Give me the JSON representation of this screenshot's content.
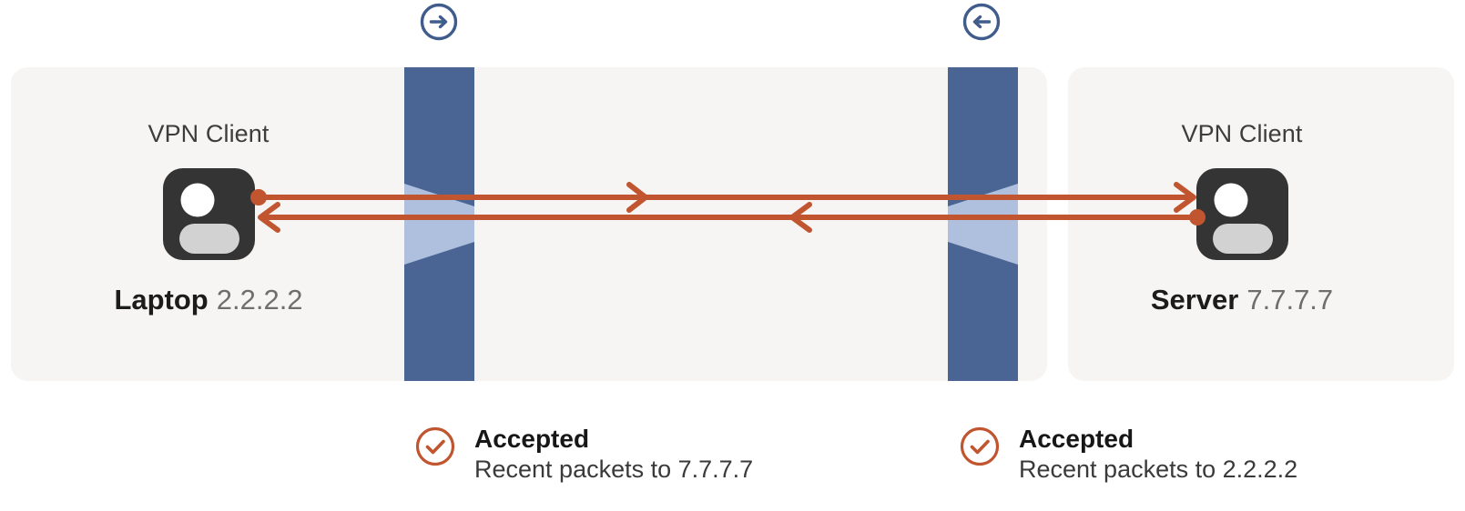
{
  "theme": {
    "panel_bg": "#f6f5f3",
    "firewall_dark": "#4a6593",
    "firewall_light": "#aec0de",
    "traffic_orange": "#c0552f",
    "badge_blue": "#3f5c8c",
    "device_dark": "#343434",
    "device_gray": "#d2d2d2"
  },
  "direction_badges": [
    {
      "name": "outbound",
      "icon": "arrow-right-circle-icon"
    },
    {
      "name": "inbound",
      "icon": "arrow-left-circle-icon"
    }
  ],
  "endpoints": [
    {
      "client_label": "VPN Client",
      "icon": "device-avatar-icon",
      "host_name": "Laptop",
      "host_ip": "2.2.2.2"
    },
    {
      "client_label": "VPN Client",
      "icon": "device-avatar-icon",
      "host_name": "Server",
      "host_ip": "7.7.7.7"
    }
  ],
  "traffic": {
    "outbound": {
      "name": "outbound-packet-flow",
      "direction": "right"
    },
    "inbound": {
      "name": "inbound-packet-flow",
      "direction": "left"
    }
  },
  "statuses": [
    {
      "icon": "check-circle-icon",
      "title": "Accepted",
      "subtitle": "Recent packets to 7.7.7.7"
    },
    {
      "icon": "check-circle-icon",
      "title": "Accepted",
      "subtitle": "Recent packets to 2.2.2.2"
    }
  ]
}
